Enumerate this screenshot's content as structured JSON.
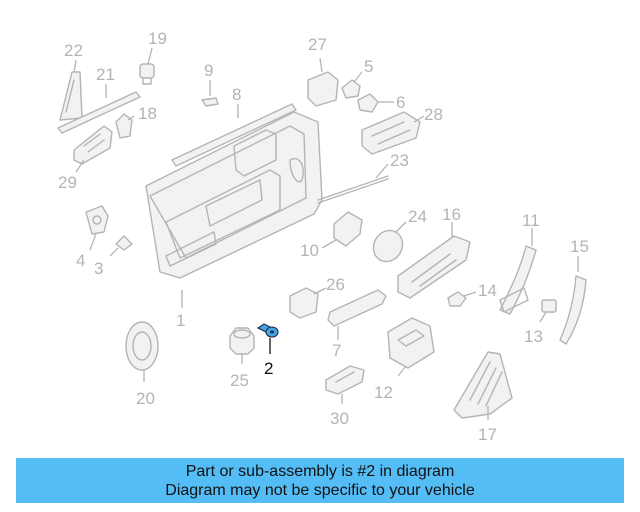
{
  "diagram": {
    "highlight_color": "#44a6e8",
    "part_color": "#b4b4b4",
    "callouts": {
      "c1": "1",
      "c2": "2",
      "c3": "3",
      "c4": "4",
      "c5": "5",
      "c6": "6",
      "c7": "7",
      "c8": "8",
      "c9": "9",
      "c10": "10",
      "c11": "11",
      "c12": "12",
      "c13": "13",
      "c14": "14",
      "c15": "15",
      "c16": "16",
      "c17": "17",
      "c18": "18",
      "c19": "19",
      "c20": "20",
      "c21": "21",
      "c22": "22",
      "c23": "23",
      "c24": "24",
      "c25": "25",
      "c26": "26",
      "c27": "27",
      "c28": "28",
      "c29": "29",
      "c30": "30"
    },
    "highlighted_part": "2"
  },
  "banner": {
    "line1": "Part or sub-assembly is #2 in diagram",
    "line2": "Diagram may not be specific to your vehicle",
    "background": "#55bdf5"
  }
}
